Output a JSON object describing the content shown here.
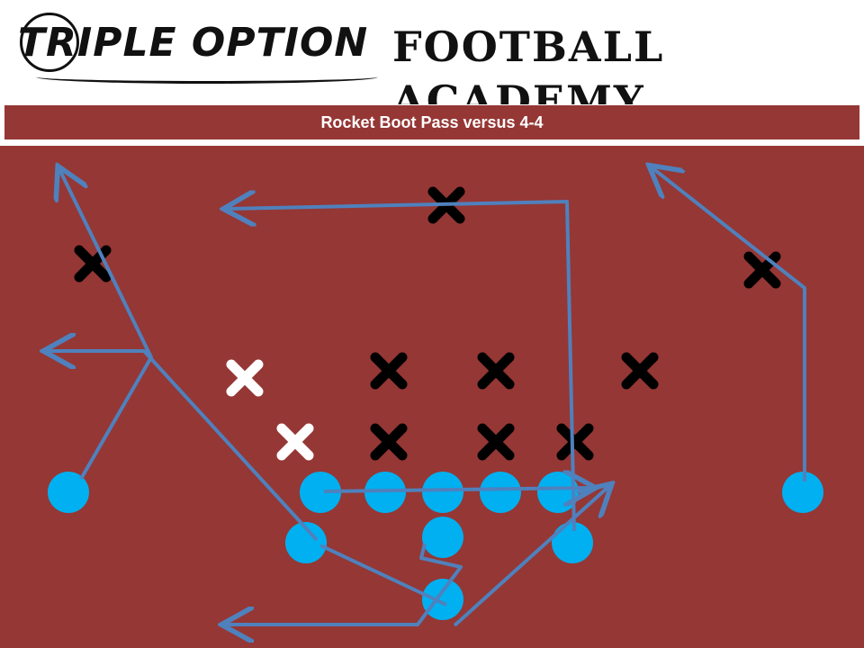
{
  "header": {
    "logo_left": "TRIPLE OPTION",
    "logo_right": "FOOTBALL ACADEMY"
  },
  "play": {
    "title": "Rocket Boot Pass versus 4-4"
  },
  "colors": {
    "field": "#953735",
    "offense": "#00B0F0",
    "route": "#4F81BD",
    "defense": "#000000",
    "defense_highlight": "#FFFFFF"
  }
}
